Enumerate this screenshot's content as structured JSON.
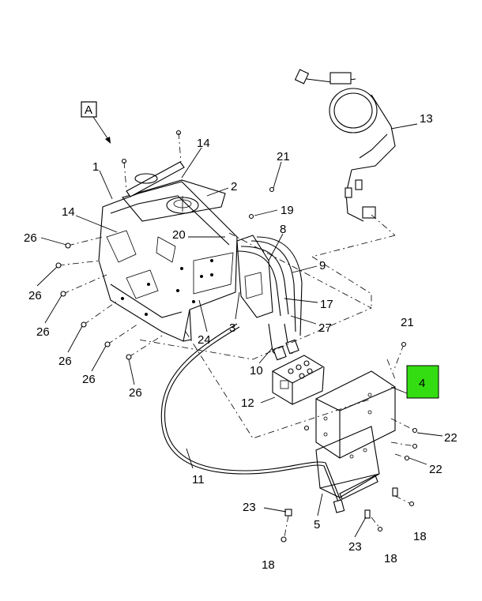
{
  "view_label": "A",
  "highlighted_callout": "4",
  "callouts": {
    "c1": "1",
    "c2": "2",
    "c3": "3",
    "c5": "5",
    "c8": "8",
    "c9": "9",
    "c10": "10",
    "c11": "11",
    "c12": "12",
    "c13": "13",
    "c14a": "14",
    "c14b": "14",
    "c17": "17",
    "c18a": "18",
    "c18b": "18",
    "c18c": "18",
    "c19": "19",
    "c20": "20",
    "c21a": "21",
    "c21b": "21",
    "c22a": "22",
    "c22b": "22",
    "c23a": "23",
    "c23b": "23",
    "c24": "24",
    "c26a": "26",
    "c26b": "26",
    "c26c": "26",
    "c26d": "26",
    "c26e": "26",
    "c26f": "26",
    "c27": "27"
  },
  "footer_left": "",
  "footer_right": ""
}
